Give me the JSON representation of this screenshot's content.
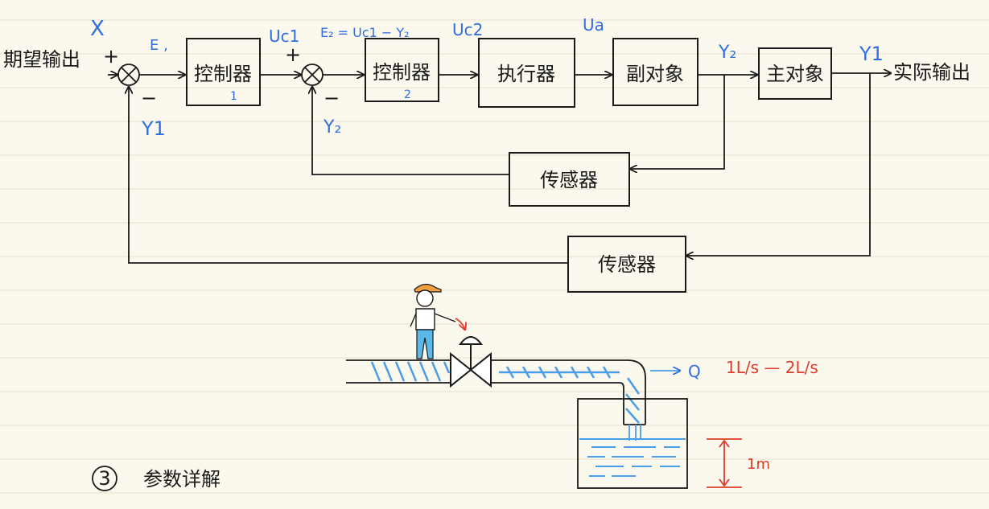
{
  "diagram": {
    "input_label": "期望输出",
    "output_label": "实际输出",
    "blocks": {
      "controller1": "控制器",
      "controller2": "控制器",
      "actuator": "执行器",
      "secondary": "副对象",
      "primary": "主对象",
      "sensor_inner": "传感器",
      "sensor_outer": "传感器"
    },
    "controller1_index": "1",
    "controller2_index": "2",
    "signs": {
      "plus": "+",
      "minus": "−"
    },
    "annotations": {
      "x": "X",
      "e1": "E ,",
      "uc1": "Uc1",
      "e2_eq": "E₂ = Uc1 − Y₂",
      "uc2": "Uc2",
      "ua": "Ua",
      "y2_out": "Y₂",
      "y1_out": "Y1",
      "y1_fb": "Y1",
      "y2_fb": "Y₂"
    }
  },
  "illustration": {
    "flow_label": "Q",
    "flow_range": "1L/s — 2L/s",
    "height_label": "1m"
  },
  "section": {
    "number": "3",
    "title": "参数详解"
  },
  "colors": {
    "annotation_blue": "#2f6ee0",
    "annotation_red": "#e03a2a",
    "water_blue": "#4a9ee8",
    "ink": "#1a1a1a",
    "cap_orange": "#f0a040",
    "pants_cyan": "#5bb8e8"
  }
}
